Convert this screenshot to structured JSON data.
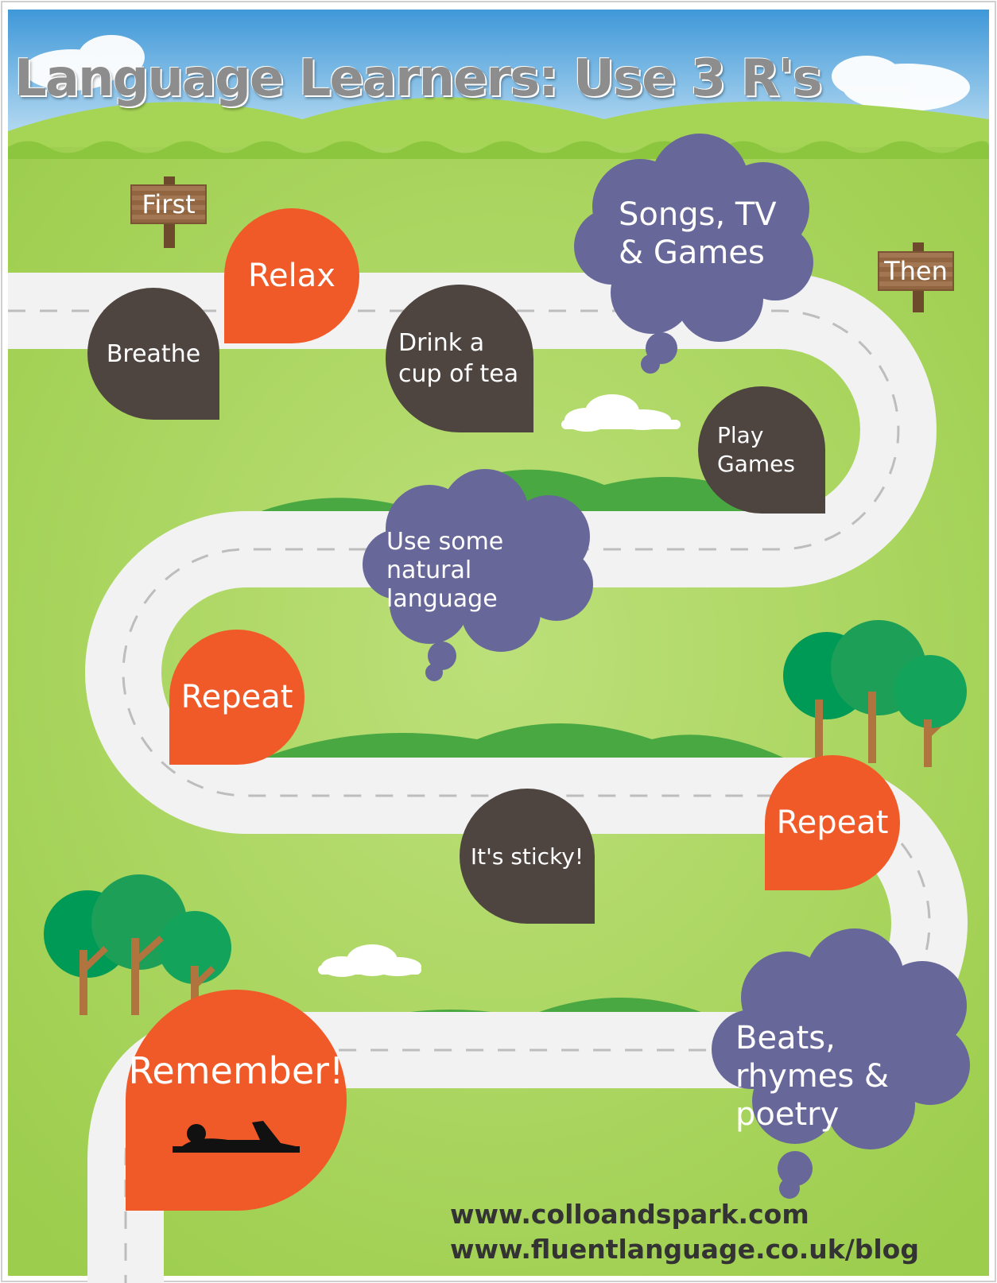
{
  "title": "Language Learners: Use 3 R's",
  "signs": {
    "first": "First",
    "then": "Then"
  },
  "bubbles": {
    "relax": "Relax",
    "breathe": "Breathe",
    "drink_tea": "Drink a cup of tea",
    "songs_tv_games": "Songs, TV & Games",
    "play_games": "Play Games",
    "natural_language": "Use some natural language",
    "repeat_1": "Repeat",
    "repeat_2": "Repeat",
    "sticky": "It's sticky!",
    "remember": "Remember!",
    "beats_rhymes": "Beats, rhymes & poetry"
  },
  "footer": {
    "site_1": "www.colloandspark.com",
    "site_2": "www.fluentlanguage.co.uk/blog"
  },
  "colors": {
    "sky": "#4fa3dc",
    "grass": "#a9d45a",
    "road": "#f2f2f2",
    "orange": "#f05a28",
    "dark": "#4e4440",
    "purple": "#67679a",
    "tree_green": "#1f9a55",
    "trunk": "#b0743e"
  },
  "icons": [
    "resting-person-icon",
    "tree-icon",
    "cloud-icon"
  ]
}
